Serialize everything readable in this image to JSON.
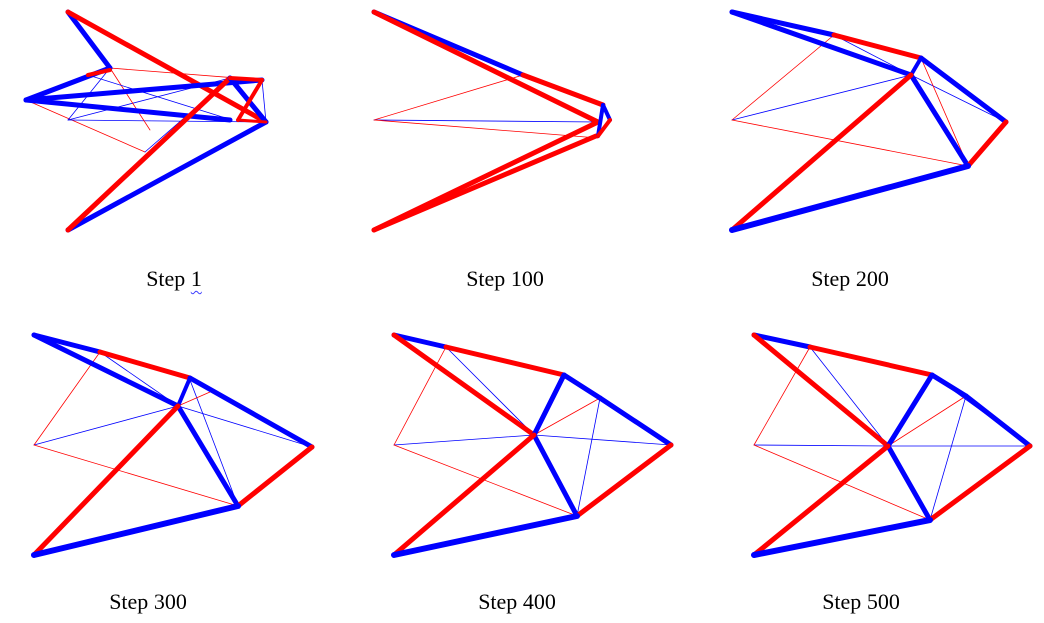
{
  "colors": {
    "member_a": "#ff0000",
    "member_b": "#0000ff",
    "background": "#ffffff",
    "spellcheck": "#3a3aff"
  },
  "panels": [
    {
      "id": "step-1",
      "caption_prefix": "Step ",
      "caption_number": "1",
      "spellcheck_mark": true
    },
    {
      "id": "step-100",
      "caption_prefix": "Step ",
      "caption_number": "100",
      "spellcheck_mark": false
    },
    {
      "id": "step-200",
      "caption_prefix": "Step ",
      "caption_number": "200",
      "spellcheck_mark": false
    },
    {
      "id": "step-300",
      "caption_prefix": "Step ",
      "caption_number": "300",
      "spellcheck_mark": false
    },
    {
      "id": "step-400",
      "caption_prefix": "Step ",
      "caption_number": "400",
      "spellcheck_mark": false
    },
    {
      "id": "step-500",
      "caption_prefix": "Step ",
      "caption_number": "500",
      "spellcheck_mark": false
    }
  ]
}
